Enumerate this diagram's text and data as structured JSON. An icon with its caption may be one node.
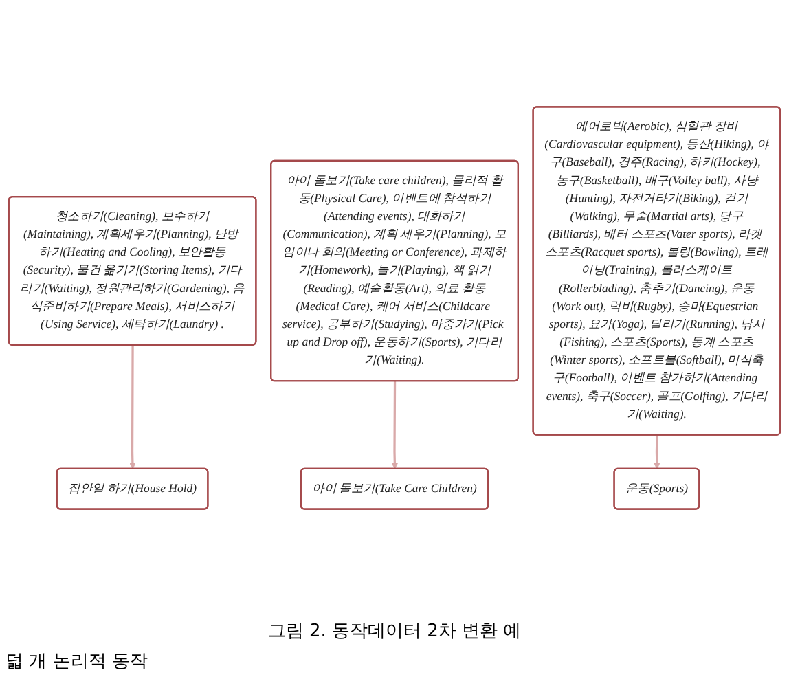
{
  "diagram": {
    "caption": "그림 2. 동작데이터 2차 변환 예",
    "nodes": [
      {
        "text": [
          "청소하기(Cleaning), 보수하기(Maintaining), 계획세우기(Planning), 난방 하기(Heating and Cooling), 보안활동(Security), 물건 옮기기(Storing Items), 기다리기(Waiting), 정원관리하기(Gardening), 음식준비하기(Prepare Meals), 서비스하기(Using Service), 세탁하기(Laundry) ."
        ]
      },
      {
        "text": [
          "아이 돌보기(Take care children), 물리적 활동(Physical Care), 이벤트에 참석하기(Attending events), 대화하기(Communication), 계획 세우기(Planning), 모임이나 회의(Meeting or Conference), 과제하기(Homework), 놀기(Playing), 책 읽기(Reading), 예술활동(Art), 의료 활동(Medical Care), 케어 서비스(Childcare service), 공부하기(Studying), 마중가기(Pick up and Drop off), 운동하기(Sports), 기다리기(Waiting)."
        ]
      },
      {
        "text": [
          "집안일 하기(House Hold)"
        ]
      },
      {
        "text": [
          "아이 돌보기(Take Care Children)"
        ]
      },
      {
        "text": [
          "에어로빅(Aerobic), 심혈관 장비(Cardiovascular equipment), 등산(Hiking), 야구(Baseball), 경주(Racing), 하키(Hockey), 농구(Basketball), 배구(Volley ball), 사냥(Hunting), 자전거타기(Biking), 걷기(Walking), 무술(Martial arts), 당구(Billiards), 배터 스포츠(Vater sports), 라켓 스포츠(Racquet sports), 볼링(Bowling), 트레이닝(Training), 롤러스케이트(Rollerblading), 춤추기(Dancing), 운동(Work out), 럭비(Rugby), 승마(Equestrian sports), 요가(Yoga), 달리기(Running), 낚시(Fishing), 스포츠(Sports), 동계 스포츠(Winter sports), 소프트볼(Softball), 미식축구(Football), 이벤트 참가하기(Attending events), 축구(Soccer), 골프(Golfing), 기다리기(Waiting)."
        ]
      },
      {
        "text": [
          "운동(Sports)"
        ]
      }
    ],
    "edges": [
      {
        "from": 0,
        "to": 2,
        "arrow": "to"
      },
      {
        "from": 1,
        "to": 3,
        "arrow": "to"
      },
      {
        "from": 4,
        "to": 5,
        "arrow": "to"
      }
    ],
    "labels": [
      "덟 개 논리적 동작"
    ]
  }
}
